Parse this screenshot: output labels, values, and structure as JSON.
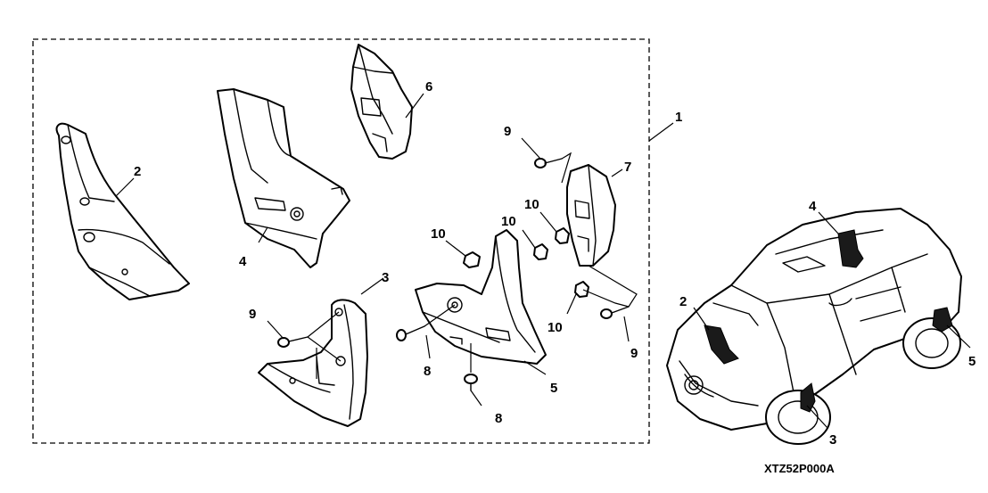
{
  "diagram": {
    "callouts": {
      "kit": "1",
      "p2": "2",
      "p3": "3",
      "p4": "4",
      "p5": "5",
      "p6": "6",
      "p7": "7",
      "p8a": "8",
      "p8b": "8",
      "p9a": "9",
      "p9b": "9",
      "p9c": "9",
      "p10a": "10",
      "p10b": "10",
      "p10c": "10",
      "p10d": "10",
      "car2": "2",
      "car3": "3",
      "car4": "4",
      "car5": "5"
    },
    "drawing_code": "XTZ52P000A"
  }
}
